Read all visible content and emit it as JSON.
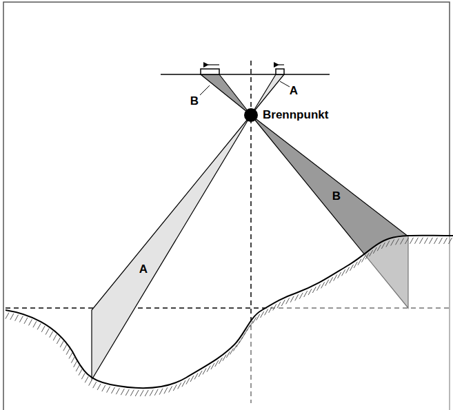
{
  "diagram": {
    "labels": [
      "B",
      "A",
      "Brennpunkt",
      "B",
      "A"
    ]
  }
}
